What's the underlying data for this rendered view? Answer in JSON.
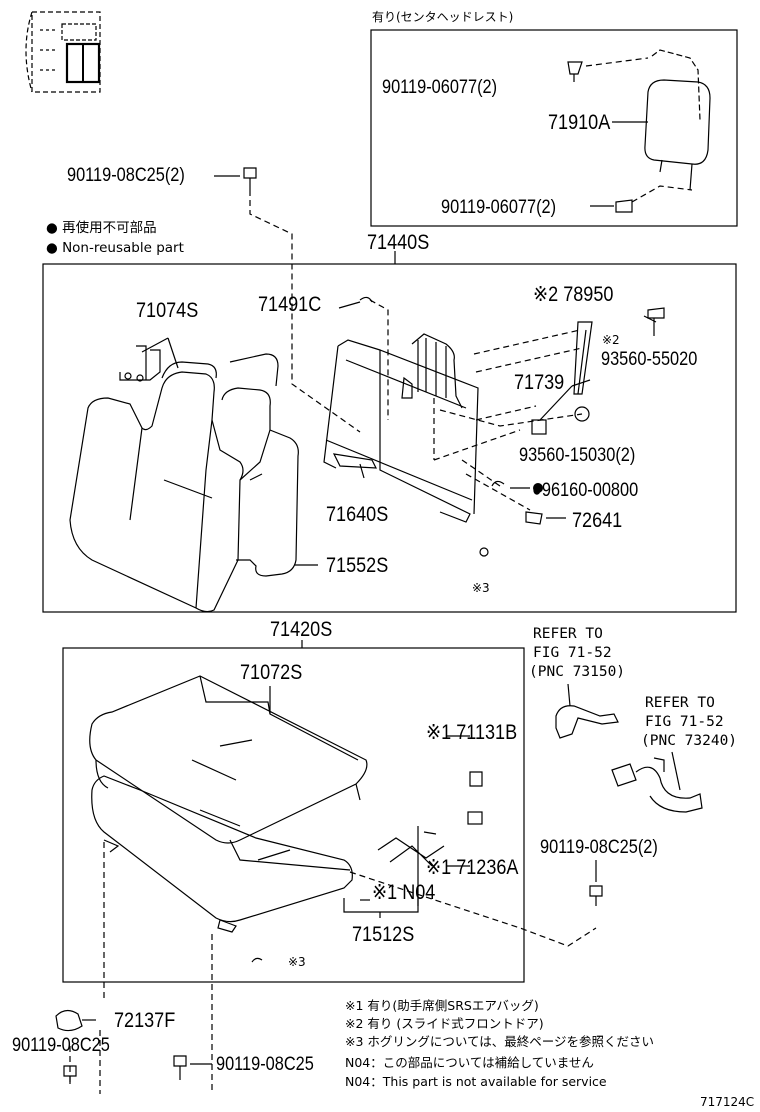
{
  "inset": {
    "caption": "有り(センタヘッドレスト)"
  },
  "legend": {
    "jp": "● 再使用不可部品",
    "en": "● Non-reusable part"
  },
  "assemblies": {
    "seatback": "71440S",
    "cushion": "71420S"
  },
  "parts": {
    "p_90119_06077_a": "90119-06077(2)",
    "p_71910A": "71910A",
    "p_90119_06077_b": "90119-06077(2)",
    "p_90119_08C25_top": "90119-08C25(2)",
    "p_71074S": "71074S",
    "p_71491C": "71491C",
    "p_78950": "※2 78950",
    "p_93560_55020_mark": "※2",
    "p_93560_55020": "93560-55020",
    "p_71739": "71739",
    "p_93560_15030": "93560-15030(2)",
    "p_96160_00800": "●96160-00800",
    "p_71640S": "71640S",
    "p_72641": "72641",
    "p_71552S": "71552S",
    "p_mark3_a": "※3",
    "p_71072S": "71072S",
    "p_71131B": "※1 71131B",
    "p_71236A": "※1 71236A",
    "p_N04": "※1 N04",
    "p_71512S": "71512S",
    "p_mark3_b": "※3",
    "p_90119_08C25_right": "90119-08C25(2)",
    "p_72137F": "72137F",
    "p_90119_08C25_bl": "90119-08C25",
    "p_90119_08C25_bm": "90119-08C25"
  },
  "refer1": [
    "REFER TO",
    "FIG 71-52",
    "(PNC 73150)"
  ],
  "refer2": [
    "REFER TO",
    "FIG 71-52",
    "(PNC 73240)"
  ],
  "notes": [
    "※1 有り(助手席側SRSエアバッグ)",
    "※2 有り (スライド式フロントドア)",
    "※3 ホグリングについては、最終ページを参照ください",
    "N04：この部品については補給していません",
    "N04：This part is not available for service"
  ],
  "figure_id": "717124C"
}
